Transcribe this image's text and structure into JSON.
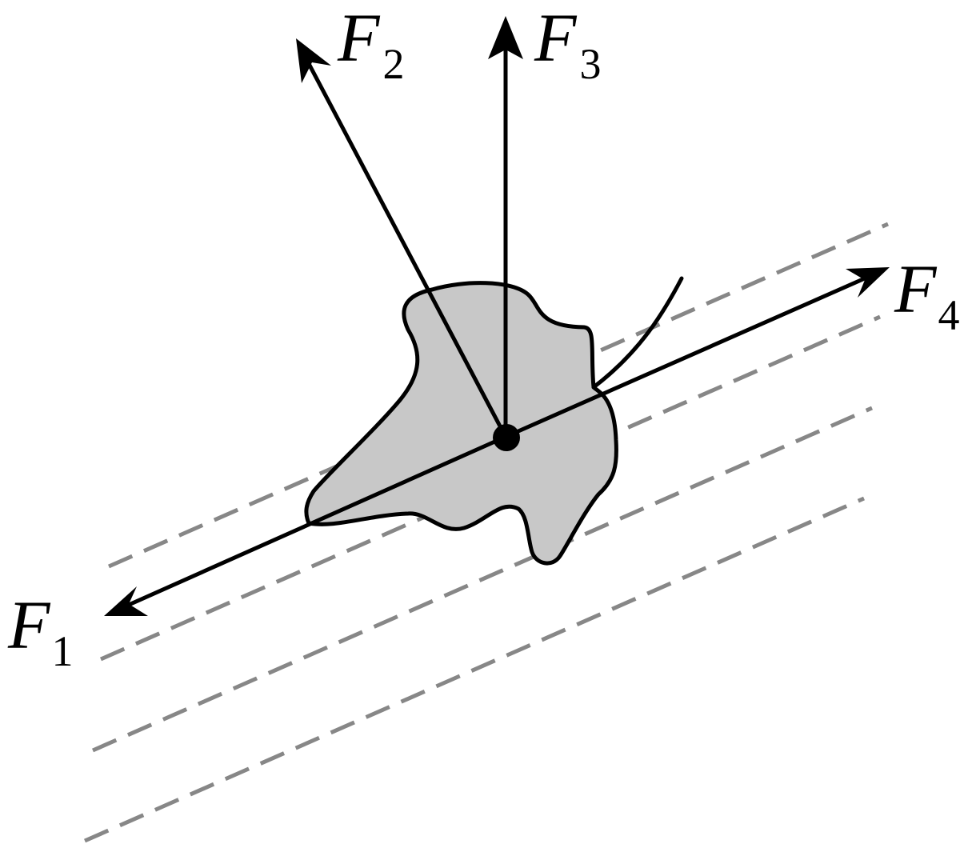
{
  "labels": {
    "f1": {
      "letter": "F",
      "sub": "1"
    },
    "f2": {
      "letter": "F",
      "sub": "2"
    },
    "f3": {
      "letter": "F",
      "sub": "3"
    },
    "f4": {
      "letter": "F",
      "sub": "4"
    }
  },
  "colors": {
    "body_fill": "#c8c8c8",
    "dashed_lines": "#878787",
    "arrows": "#000000"
  }
}
